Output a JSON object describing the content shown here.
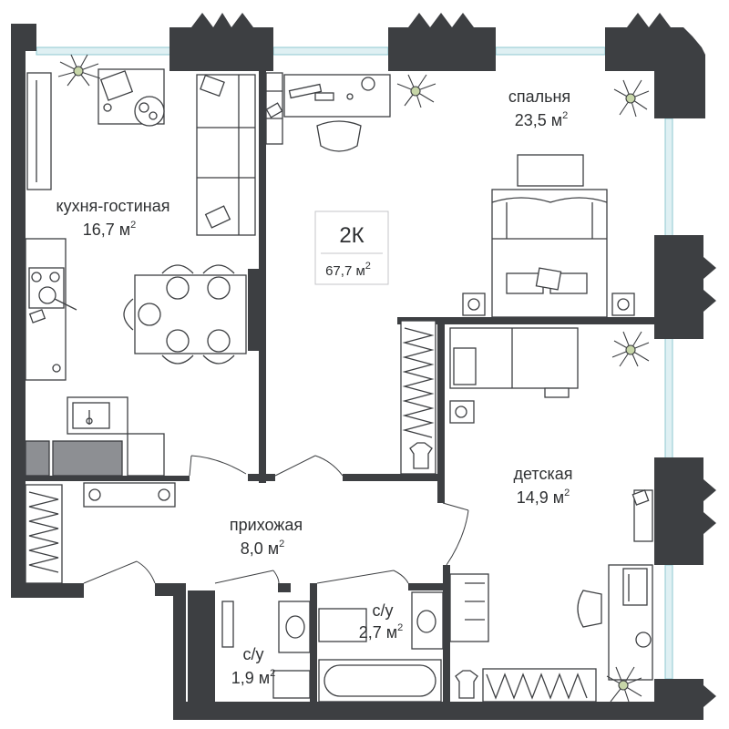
{
  "plan": {
    "type_badge": {
      "label": "2К",
      "area": "67,7",
      "unit": "м",
      "sup": "2"
    },
    "rooms": [
      {
        "id": "kitchen",
        "name": "кухня-гостиная",
        "area": "16,7",
        "unit": "м",
        "sup": "2"
      },
      {
        "id": "bedroom",
        "name": "спальня",
        "area": "23,5",
        "unit": "м",
        "sup": "2"
      },
      {
        "id": "kids",
        "name": "детская",
        "area": "14,9",
        "unit": "м",
        "sup": "2"
      },
      {
        "id": "hall",
        "name": "прихожая",
        "area": "8,0",
        "unit": "м",
        "sup": "2"
      },
      {
        "id": "bath1",
        "name": "с/у",
        "area": "1,9",
        "unit": "м",
        "sup": "2"
      },
      {
        "id": "bath2",
        "name": "с/у",
        "area": "2,7",
        "unit": "м",
        "sup": "2"
      }
    ],
    "colors": {
      "wall": "#3d3f42",
      "glass": "#dff0f3",
      "plant": "#c7d6a8"
    }
  }
}
